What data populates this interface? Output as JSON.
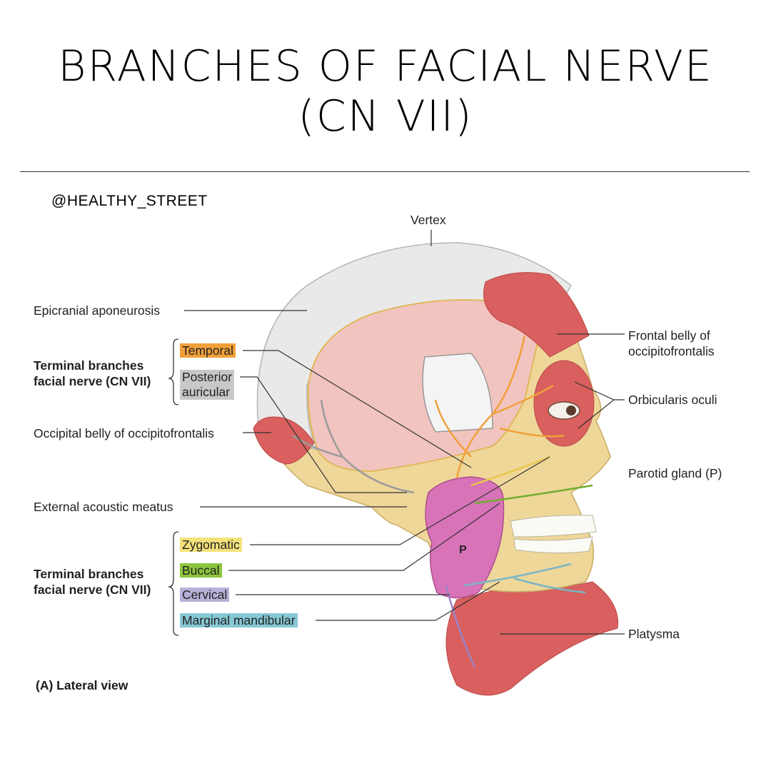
{
  "title": {
    "line1": "BRANCHES OF FACIAL NERVE",
    "line2": "(CN VII)"
  },
  "watermark": "@HEALTHY_STREET",
  "labels": {
    "vertex": "Vertex",
    "epicranial": "Epicranial aponeurosis",
    "terminal_upper_1": "Terminal branches",
    "terminal_upper_2": "facial nerve (CN VII)",
    "temporal": "Temporal",
    "posterior_1": "Posterior",
    "posterior_2": "auricular",
    "occipital": "Occipital belly of occipitofrontalis",
    "external_acoustic": "External acoustic meatus",
    "zygomatic": "Zygomatic",
    "buccal": "Buccal",
    "cervical": "Cervical",
    "marginal": "Marginal mandibular",
    "terminal_lower_1": "Terminal branches",
    "terminal_lower_2": "facial nerve (CN VII)",
    "frontal_1": "Frontal belly of",
    "frontal_2": "occipitofrontalis",
    "orbicularis": "Orbicularis oculi",
    "parotid": "Parotid gland (P)",
    "platysma": "Platysma",
    "parotid_p": "P"
  },
  "caption": "(A) Lateral view",
  "colors": {
    "muscle": "#d9605e",
    "bone": "#efd79a",
    "aponeurosis": "#e9e9e9",
    "parotid": "#d873b8",
    "nerve": "#f0a03a"
  }
}
